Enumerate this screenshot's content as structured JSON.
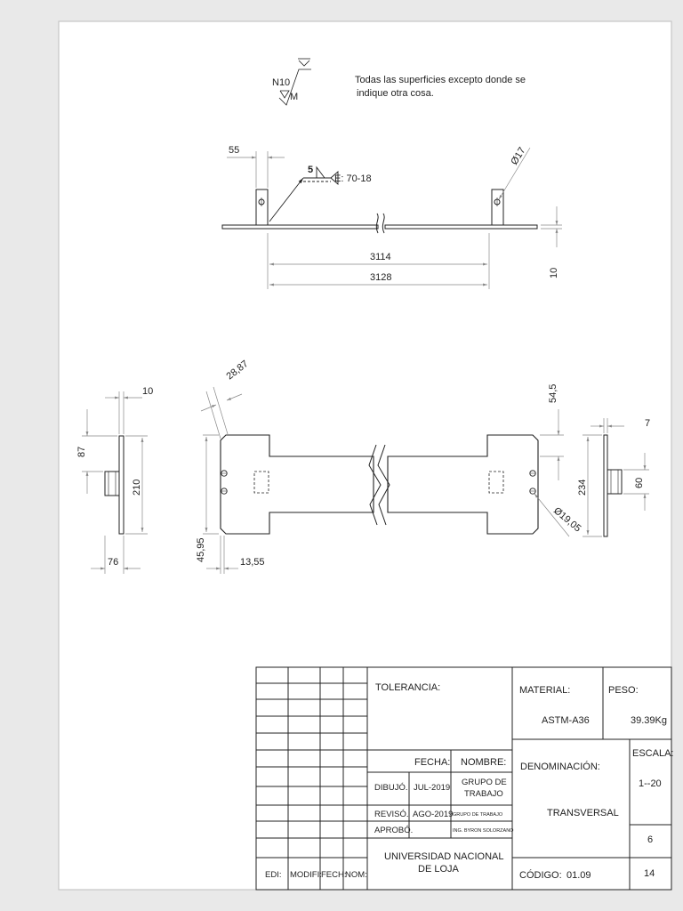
{
  "surface_symbol": {
    "left": "N10",
    "right": "M"
  },
  "general_note": {
    "line1": "Todas  las superficies excepto donde se",
    "line2": "indique otra cosa."
  },
  "weld": {
    "size": "5",
    "electrode": "E: 70-18"
  },
  "top_view": {
    "dim_offset": "55",
    "dim_hole_dia": "Ø17",
    "dim_inner_length": "3114",
    "dim_total_length": "3128",
    "dim_thickness": "10"
  },
  "left_view": {
    "dim_thickness": "10",
    "dim_tab": "87",
    "dim_height": "210",
    "dim_width": "76"
  },
  "plan_view": {
    "dim_chamfer": "28,87",
    "dim_edge_height": "45,95",
    "dim_edge_offset": "13,55",
    "dim_top": "54,5",
    "dim_height": "234",
    "dim_hole_dia": "Ø19,05"
  },
  "right_view": {
    "dim_thickness": "7",
    "dim_tab": "60"
  },
  "title_block": {
    "tolerancia_label": "TOLERANCIA:",
    "material_label": "MATERIAL:",
    "material_value": "ASTM-A36",
    "peso_label": "PESO:",
    "peso_value": "39.39Kg",
    "fecha_label": "FECHA:",
    "nombre_label": "NOMBRE:",
    "denominacion_label": "DENOMINACIÓN:",
    "escala_label": "ESCALA:",
    "escala_value": "1--20",
    "dibujo_label": "DIBUJÓ.",
    "dibujo_fecha": "JUL-2019",
    "dibujo_nombre_1": "GRUPO DE",
    "dibujo_nombre_2": "TRABAJO",
    "reviso_label": "REVISÓ.",
    "reviso_fecha": "AGO-2019",
    "reviso_nombre": "GRUPO DE TRABAJO",
    "aprobo_label": "APROBÓ.",
    "aprobo_nombre": "ING. BYRON SOLORZANO",
    "denominacion_value": "TRANSVERSAL",
    "sheet_number": "6",
    "university_line1": "UNIVERSIDAD NACIONAL",
    "university_line2": "DE LOJA",
    "codigo_label": "CÓDIGO:",
    "codigo_value": "01.09",
    "total_number": "14",
    "rev_edi": "EDI:",
    "rev_modifi": "MODIFI:",
    "rev_fech": "FECH:",
    "rev_nom": "NOM:"
  }
}
